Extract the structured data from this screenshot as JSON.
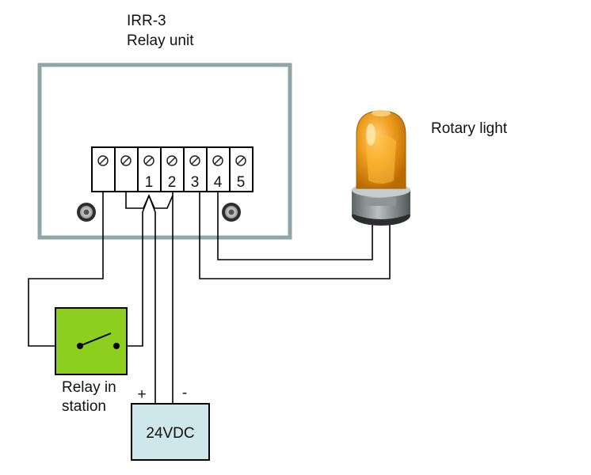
{
  "unit": {
    "model": "IRR-3",
    "name": "Relay unit"
  },
  "terminals": [
    "",
    "",
    "1",
    "2",
    "3",
    "4",
    "5"
  ],
  "rotary_light": {
    "label": "Rotary light"
  },
  "relay_station": {
    "line1": "Relay in",
    "line2": "station"
  },
  "power_supply": {
    "label": "24VDC",
    "plus": "+",
    "minus": "-"
  },
  "colors": {
    "enclosure": "#8fa5a8",
    "relay_box": "#8ccf1e",
    "supply_box": "#cde7ea",
    "light_dome": "#f0a020",
    "wire": "#000000"
  }
}
